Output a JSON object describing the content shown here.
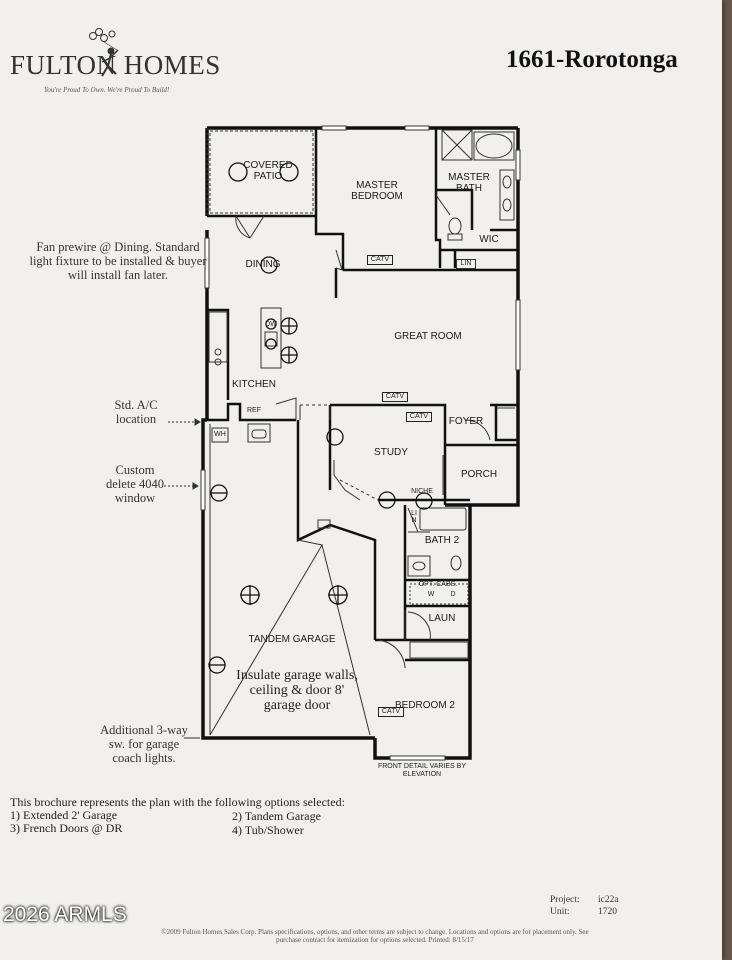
{
  "logo": {
    "brand": "FULTON HOMES",
    "tagline": "You're Proud To Own. We're Proud To Build!"
  },
  "plan_title": "1661-Rorotonga",
  "rooms": {
    "covered_patio": "COVERED PATIO",
    "master_bedroom": "MASTER BEDROOM",
    "master_bath": "MASTER BATH",
    "wic": "WIC",
    "lin1": "LIN",
    "dining": "DINING",
    "great_room": "GREAT ROOM",
    "kitchen": "KITCHEN",
    "dw": "DW",
    "ref": "REF",
    "wh": "WH",
    "study": "STUDY",
    "foyer": "FOYER",
    "porch": "PORCH",
    "niche": "NICHE",
    "lin2": "LIN",
    "bath2": "BATH 2",
    "opt_cabs": "OPT. CABS.",
    "w": "W",
    "d": "D",
    "laun": "LAUN",
    "tandem_garage": "TANDEM GARAGE",
    "bedroom2": "BEDROOM 2",
    "catv": "CATV",
    "front_detail": "FRONT DETAIL VARIES BY ELEVATION"
  },
  "notes": {
    "fan": "Fan prewire @ Dining. Standard light fixture to be installed & buyer will install fan later.",
    "ac": "Std. A/C location",
    "window": "Custom delete 4040 window",
    "coach": "Additional 3-way sw. for garage coach lights.",
    "garage": "Insulate garage walls, ceiling & door 8' garage door"
  },
  "options": {
    "intro": "This brochure represents the plan with the following options selected:",
    "o1": "1) Extended 2' Garage",
    "o2": "2) Tandem Garage",
    "o3": "3) French Doors @ DR",
    "o4": "4) Tub/Shower"
  },
  "project": {
    "project_label": "Project:",
    "project_value": "ic22a",
    "unit_label": "Unit:",
    "unit_value": "1720"
  },
  "fine_print": "©2009 Fulton Homes Sales Corp. Plans specifications, options, and other terms are subject to change. Locations and options are for placement only. See purchase contract for itemization for options selected. Printed: 8/15/17",
  "watermark": "2026 ARMLS"
}
